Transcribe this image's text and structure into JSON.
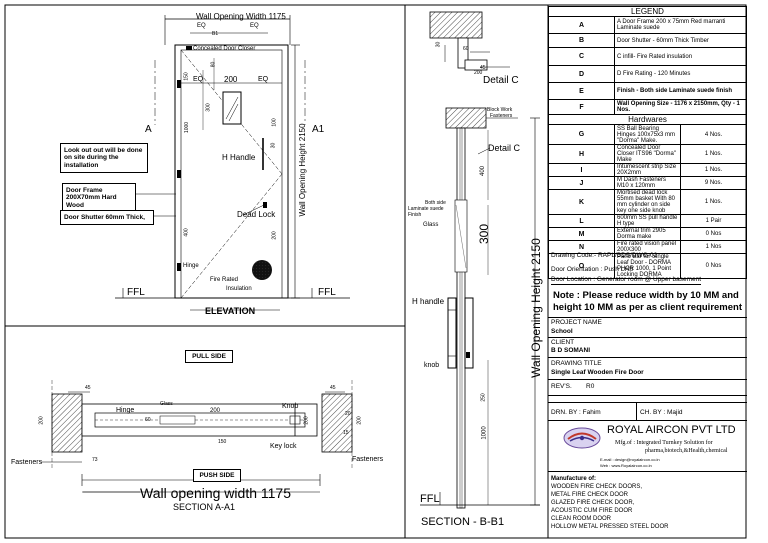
{
  "elevation": {
    "top_dim": "Wall Opening Width 1175",
    "eq1": "EQ",
    "eq2": "EQ",
    "b1": "B1",
    "closer_label": "Concealed Door Closer",
    "eq_left": "EQ",
    "eq_mid": "200",
    "eq_right": "EQ",
    "dim_100": "100",
    "dim_80": "80",
    "dim_150": "150",
    "dim_30": "30",
    "dim_1000": "1000",
    "dim_300": "300",
    "dim_400": "400",
    "dim_200": "200",
    "handle_label": "H Handle",
    "deadlock_label": "Dead Lock",
    "hinge_label": "Hinge",
    "insulation_label1": "Fire Rated",
    "insulation_label2": "Insulation",
    "height_dim": "Wall Opening Height 2150",
    "a_left": "A",
    "a1_right": "A1",
    "ffl_left": "FFL",
    "ffl_right": "FFL",
    "title": "ELEVATION",
    "note_lookout": "Look out out will be done on site during the installation",
    "note_frame": "Door Frame 200X70mm Hard Wood",
    "note_shutter": "Door Shutter 60mm Thick,"
  },
  "section_a": {
    "pull_side": "PULL SIDE",
    "push_side": "PUSH SIDE",
    "hinge": "Hinge",
    "glass": "Glass",
    "knob": "Knob",
    "key_lock": "Key lock",
    "fasteners_left": "Fasteners",
    "fasteners_right": "Fasteners",
    "d45": "45",
    "d200": "200",
    "d45r": "45",
    "d20": "20",
    "d73": "73",
    "d60": "60",
    "d15": "15",
    "d150": "150",
    "d200b": "200",
    "d200c": "200",
    "d200r": "200",
    "width_dim": "Wall opening width 1175",
    "title": "SECTION A-A1"
  },
  "detail_c": {
    "title": "Detail C",
    "d60": "60",
    "d45": "45",
    "d30": "30",
    "d200": "200"
  },
  "section_b": {
    "block_work": "Block Work",
    "fasteners": "Fasteners",
    "detail_c": "Detail C",
    "both_side": "Both side",
    "laminate": "Laminate suede",
    "finish": "Finish",
    "glass": "Glass",
    "d400": "400",
    "d300": "300",
    "d1000": "1000",
    "h_handle": "H handle",
    "knob": "knob",
    "d900": "250",
    "height_dim": "Wall Opening Height 2150",
    "ffl": "FFL",
    "title": "SECTION - B-B1"
  },
  "legend": {
    "title": "LEGEND",
    "rows": [
      {
        "k": "A",
        "text": "A Door Frame 200 x 75mm Red marranti Laminate suede",
        "qty": ""
      },
      {
        "k": "B",
        "text": "Door Shutter - 60mm Thick Timber",
        "qty": ""
      },
      {
        "k": "C",
        "text": "C infill- Fire Rated insulation",
        "qty": ""
      },
      {
        "k": "D",
        "text": "D Fire Rating - 120 Minutes",
        "qty": ""
      },
      {
        "k": "E",
        "text": "Finish - Both side Laminate suede finish",
        "qty": ""
      },
      {
        "k": "F",
        "text": "Wall Opening Size - 1176 x 2150mm, Qty - 1 Nos.",
        "qty": ""
      }
    ],
    "hardwares_title": "Hardwares",
    "hw": [
      {
        "k": "G",
        "text": "SS Ball Bearing Hinges 100x75x3 mm \"Dorma\" Make.",
        "qty": "4 Nos."
      },
      {
        "k": "H",
        "text": "Concealed Door Closer ITS96 \"Dorma\" Make",
        "qty": "1 Nos."
      },
      {
        "k": "I",
        "text": "Intumescent strip Size 20X2mm",
        "qty": "1 Nos."
      },
      {
        "k": "J",
        "text": "M Dash Fasteners M10 x 120mm",
        "qty": "9 Nos."
      },
      {
        "k": "K",
        "text": "Mortised dead lock 55mm basket With 80 mm cylinder on side key one side knob",
        "qty": "1 Nos."
      },
      {
        "k": "L",
        "text": "600mm SS pull handle H type",
        "qty": "1 Pair"
      },
      {
        "k": "M",
        "text": "External trim 2905 Dorma make",
        "qty": "0 Nos"
      },
      {
        "k": "N",
        "text": "Fire rated vision panel 200X300",
        "qty": "1 Nos"
      },
      {
        "k": "O",
        "text": "Panc Bar for Single Leaf Door - DORMA PHCR 1000, 1 Point Locking DORMA",
        "qty": "0 Nos"
      }
    ]
  },
  "titleblock": {
    "drawing_code": "Drawing Code:- RAPL/BDS/DWG-02",
    "orientation": "Door Orientation : Push LHS",
    "location": "Door Location : Generator room @ Upper basement",
    "note": "Note : Please reduce width by 10 MM and height 10 MM as per as client requirement",
    "project_label": "PROJECT NAME",
    "project": "School",
    "client_label": "CLIENT",
    "client": "B D SOMANI",
    "drawing_label": "DRAWING TITLE",
    "drawing": "Single Leaf Wooden Fire Door",
    "rev": "REV'S.",
    "rev_val": "R0",
    "drn": "DRN. BY : Fahim",
    "ch": "CH. BY : Majid",
    "company": "ROYAL AIRCON PVT LTD",
    "mfg1": "Mfg.of : Integrated Turnkey Solution for",
    "mfg2": "pharma,biotech,&Health,chemical",
    "email": "E-mail : design@royalaircon.co.in",
    "web": "Web : www.Royalaircon.co.in",
    "manuf_title": "Manufacture of:",
    "manuf": [
      "WOODEN FIRE CHECK DOORS,",
      "METAL FIRE CHECK DOOR",
      "GLAZED FIRE CHECK DOOR,",
      "ACOUSTIC CUM FIRE DOOR",
      "CLEAN ROOM DOOR",
      "HOLLOW METAL PRESSED STEEL DOOR"
    ]
  }
}
